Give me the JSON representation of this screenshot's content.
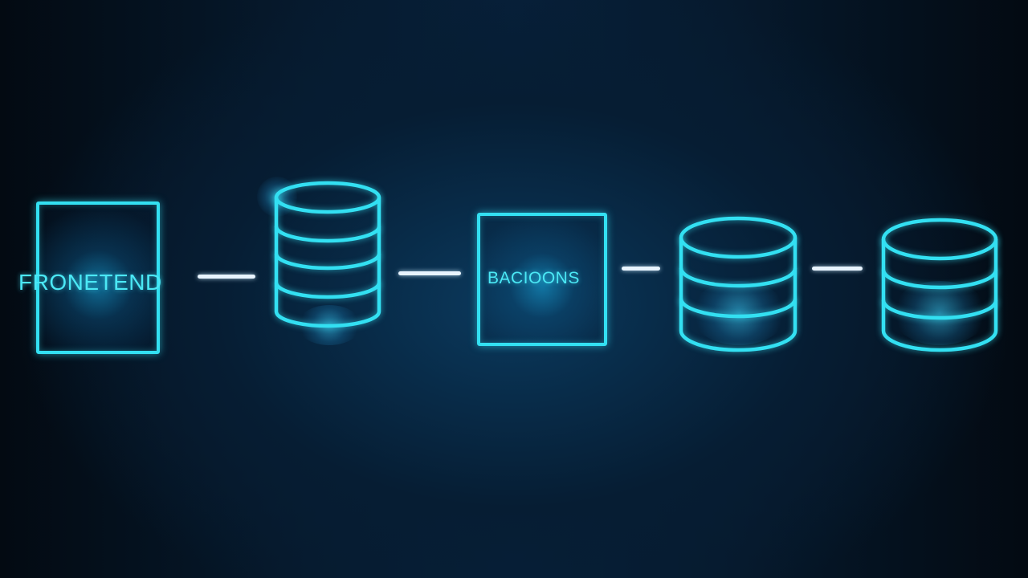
{
  "diagram": {
    "type": "architecture-flow",
    "colors": {
      "background": "#061d33",
      "accent": "#33e0f2",
      "connector": "#e8f4ff"
    },
    "nodes": [
      {
        "id": "frontend",
        "shape": "rectangle",
        "label": "FRONETEND"
      },
      {
        "id": "db1",
        "shape": "database",
        "layers": 4
      },
      {
        "id": "backend",
        "shape": "square",
        "label": "BACIOONS"
      },
      {
        "id": "db2",
        "shape": "database",
        "layers": 3
      },
      {
        "id": "db3",
        "shape": "database",
        "layers": 3
      }
    ],
    "edges": [
      {
        "from": "frontend",
        "to": "db1"
      },
      {
        "from": "db1",
        "to": "backend"
      },
      {
        "from": "backend",
        "to": "db2"
      },
      {
        "from": "db2",
        "to": "db3"
      }
    ]
  }
}
